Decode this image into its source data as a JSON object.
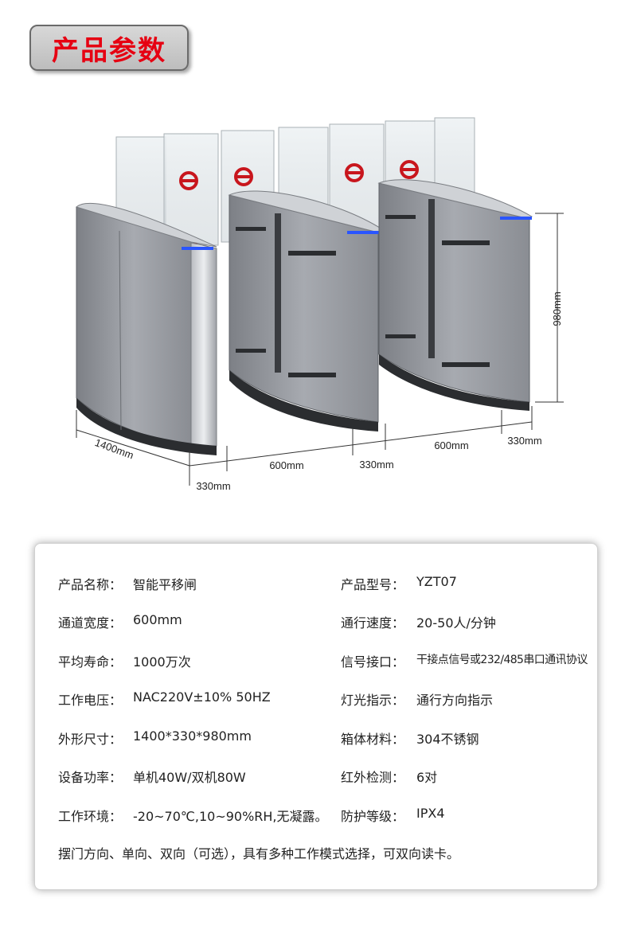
{
  "header": {
    "title": "产品参数"
  },
  "figure": {
    "dimensions": {
      "length": "1400mm",
      "height": "980mm",
      "side_left": "330mm",
      "channel_left": "600mm",
      "middle": "330mm",
      "channel_right": "600mm",
      "side_right": "330mm"
    },
    "colors": {
      "logo": "#c8161d",
      "indicator": "#2a55ff",
      "body": "#9a9da2"
    },
    "logo_icon": "metro-logo-icon"
  },
  "specs": {
    "rows": [
      {
        "label_left": "产品名称：",
        "value_left": "智能平移闸",
        "label_right": "产品型号：",
        "value_right": "YZT07"
      },
      {
        "label_left": "通道宽度：",
        "value_left": "600mm",
        "label_right": "通行速度：",
        "value_right": "20-50人/分钟"
      },
      {
        "label_left": "平均寿命：",
        "value_left": "1000万次",
        "label_right": "信号接口：",
        "value_right": "干接点信号或232/485串口通讯协议"
      },
      {
        "label_left": "工作电压：",
        "value_left": "NAC220V±10% 50HZ",
        "label_right": "灯光指示：",
        "value_right": "通行方向指示"
      },
      {
        "label_left": "外形尺寸：",
        "value_left": "1400*330*980mm",
        "label_right": "箱体材料：",
        "value_right": "304不锈钢"
      },
      {
        "label_left": "设备功率：",
        "value_left": "单机40W/双机80W",
        "label_right": "红外检测：",
        "value_right": "6对"
      },
      {
        "label_left": "工作环境：",
        "value_left": "-20~70℃,10~90%RH,无凝露。",
        "label_right": "防护等级：",
        "value_right": "IPX4"
      }
    ],
    "note": "摆门方向、单向、双向（可选），具有多种工作模式选择，可双向读卡。"
  }
}
